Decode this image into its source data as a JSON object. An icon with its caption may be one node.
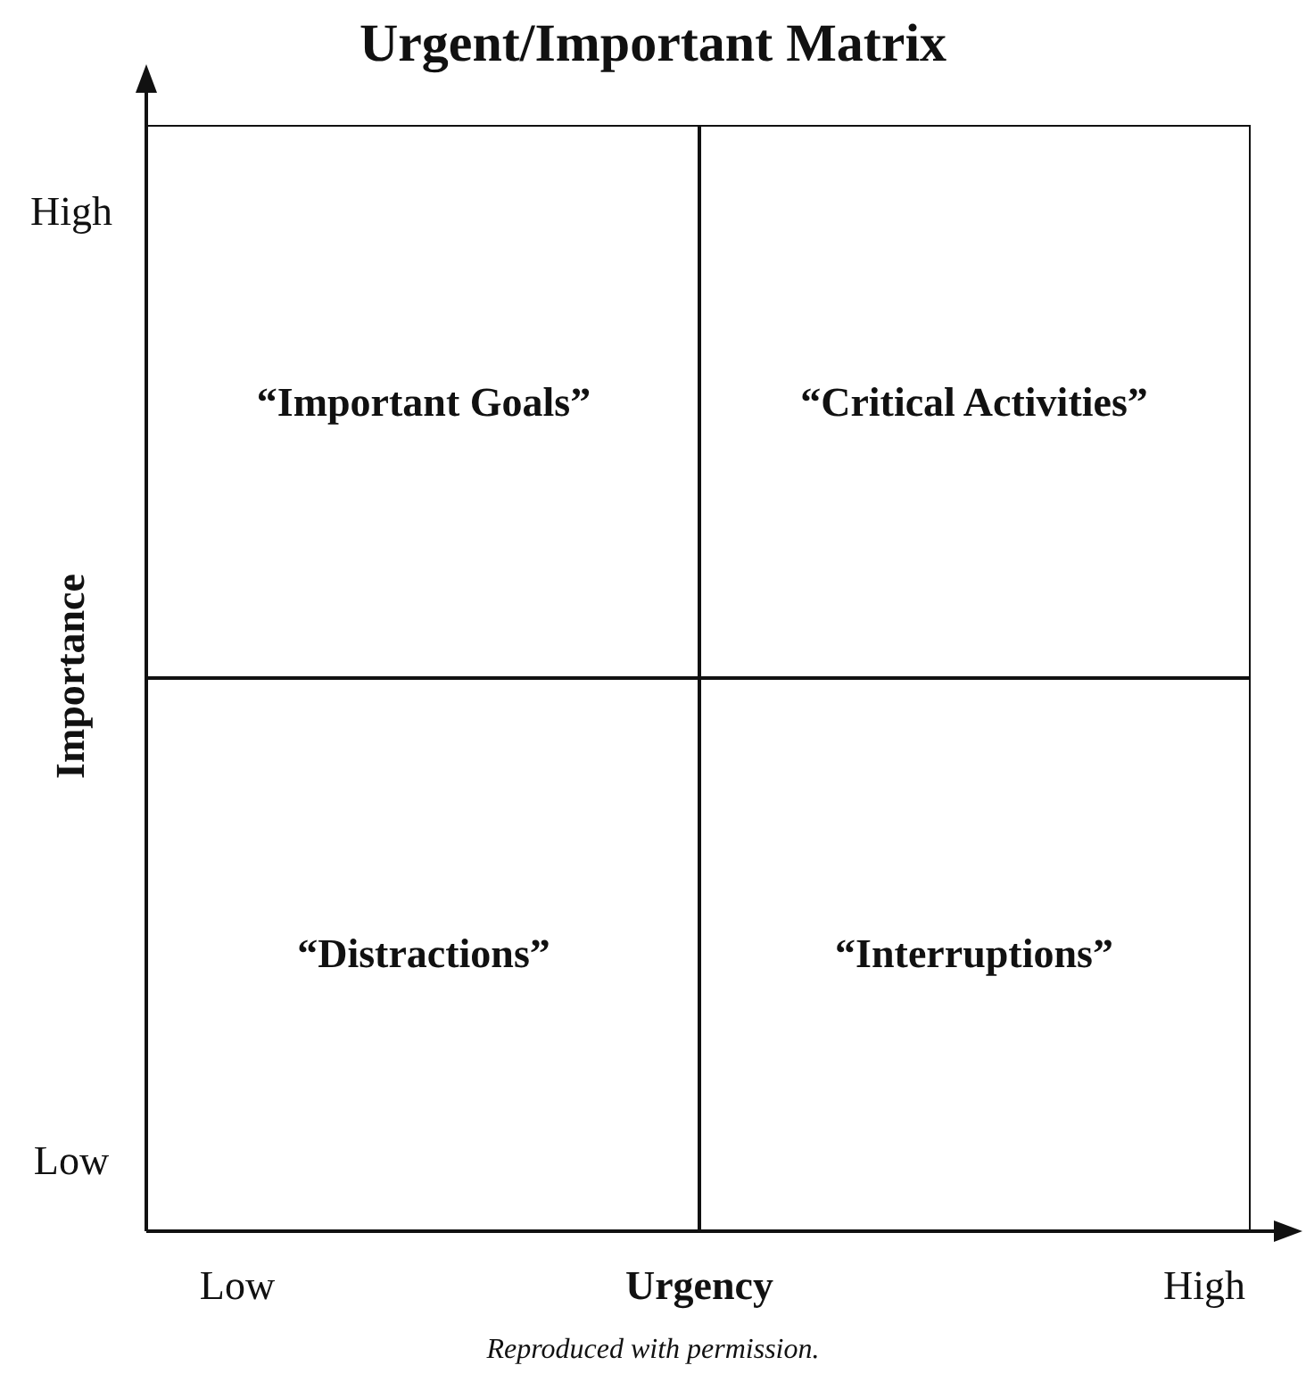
{
  "diagram": {
    "title": "Urgent/Important Matrix",
    "nodes": [
      {
        "text": [
          "“Important Goals”"
        ]
      },
      {
        "text": [
          "“Critical Activities”"
        ]
      },
      {
        "text": [
          "“Distractions”"
        ]
      },
      {
        "text": [
          "“Interruptions”"
        ]
      }
    ],
    "labels": [
      "High",
      "Importance",
      "Low",
      "Low",
      "Urgency",
      "High"
    ],
    "caption": "Reproduced with permission."
  }
}
